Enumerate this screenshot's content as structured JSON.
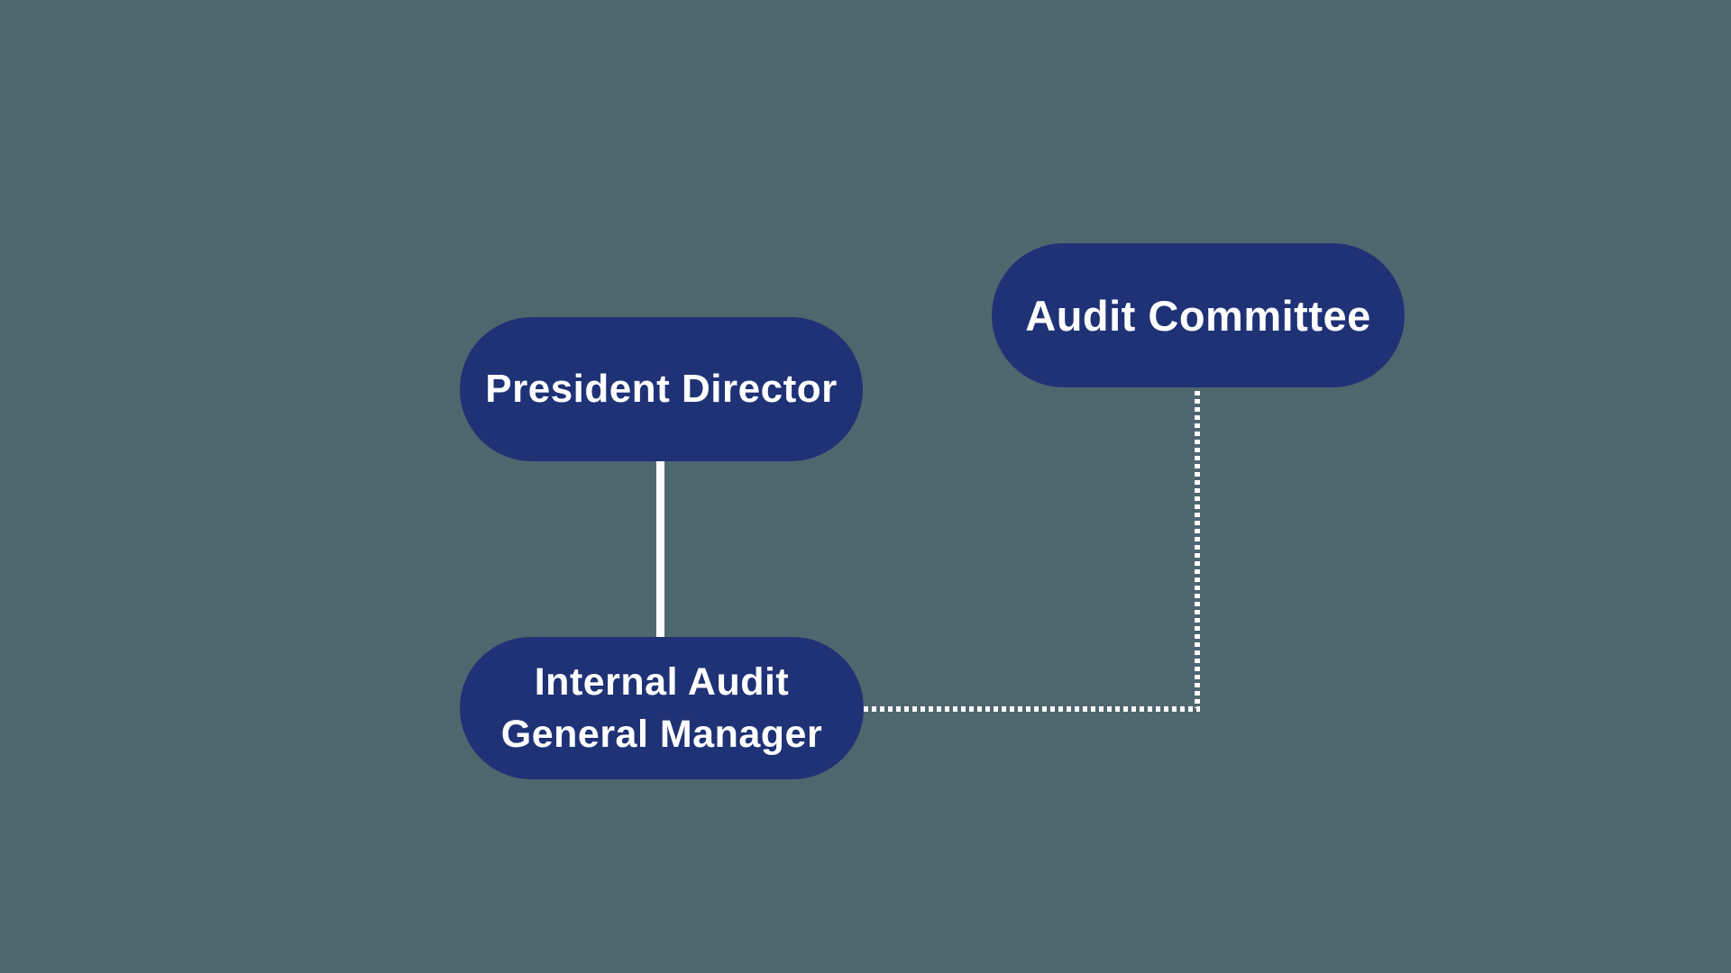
{
  "canvas": {
    "background_color": "#4d676e"
  },
  "chart": {
    "type": "org-chart",
    "node_fill_color": "#1f3276",
    "node_text_color": "#ffffff",
    "connector_color": "#ffffff",
    "nodes": [
      {
        "id": "president-director",
        "lines": [
          "President Director"
        ]
      },
      {
        "id": "audit-committee",
        "lines": [
          "Audit Committee"
        ]
      },
      {
        "id": "internal-audit-general-manager",
        "lines": [
          "Internal Audit",
          "General Manager"
        ]
      }
    ],
    "connectors": [
      {
        "id": "president-to-internal-audit",
        "from": "president-director",
        "to": "internal-audit-general-manager",
        "style": "solid",
        "orientation": "vertical"
      },
      {
        "id": "audit-committee-to-internal-audit",
        "from": "audit-committee",
        "to": "internal-audit-general-manager",
        "style": "dotted",
        "orientation": "elbow-down-left"
      }
    ]
  }
}
